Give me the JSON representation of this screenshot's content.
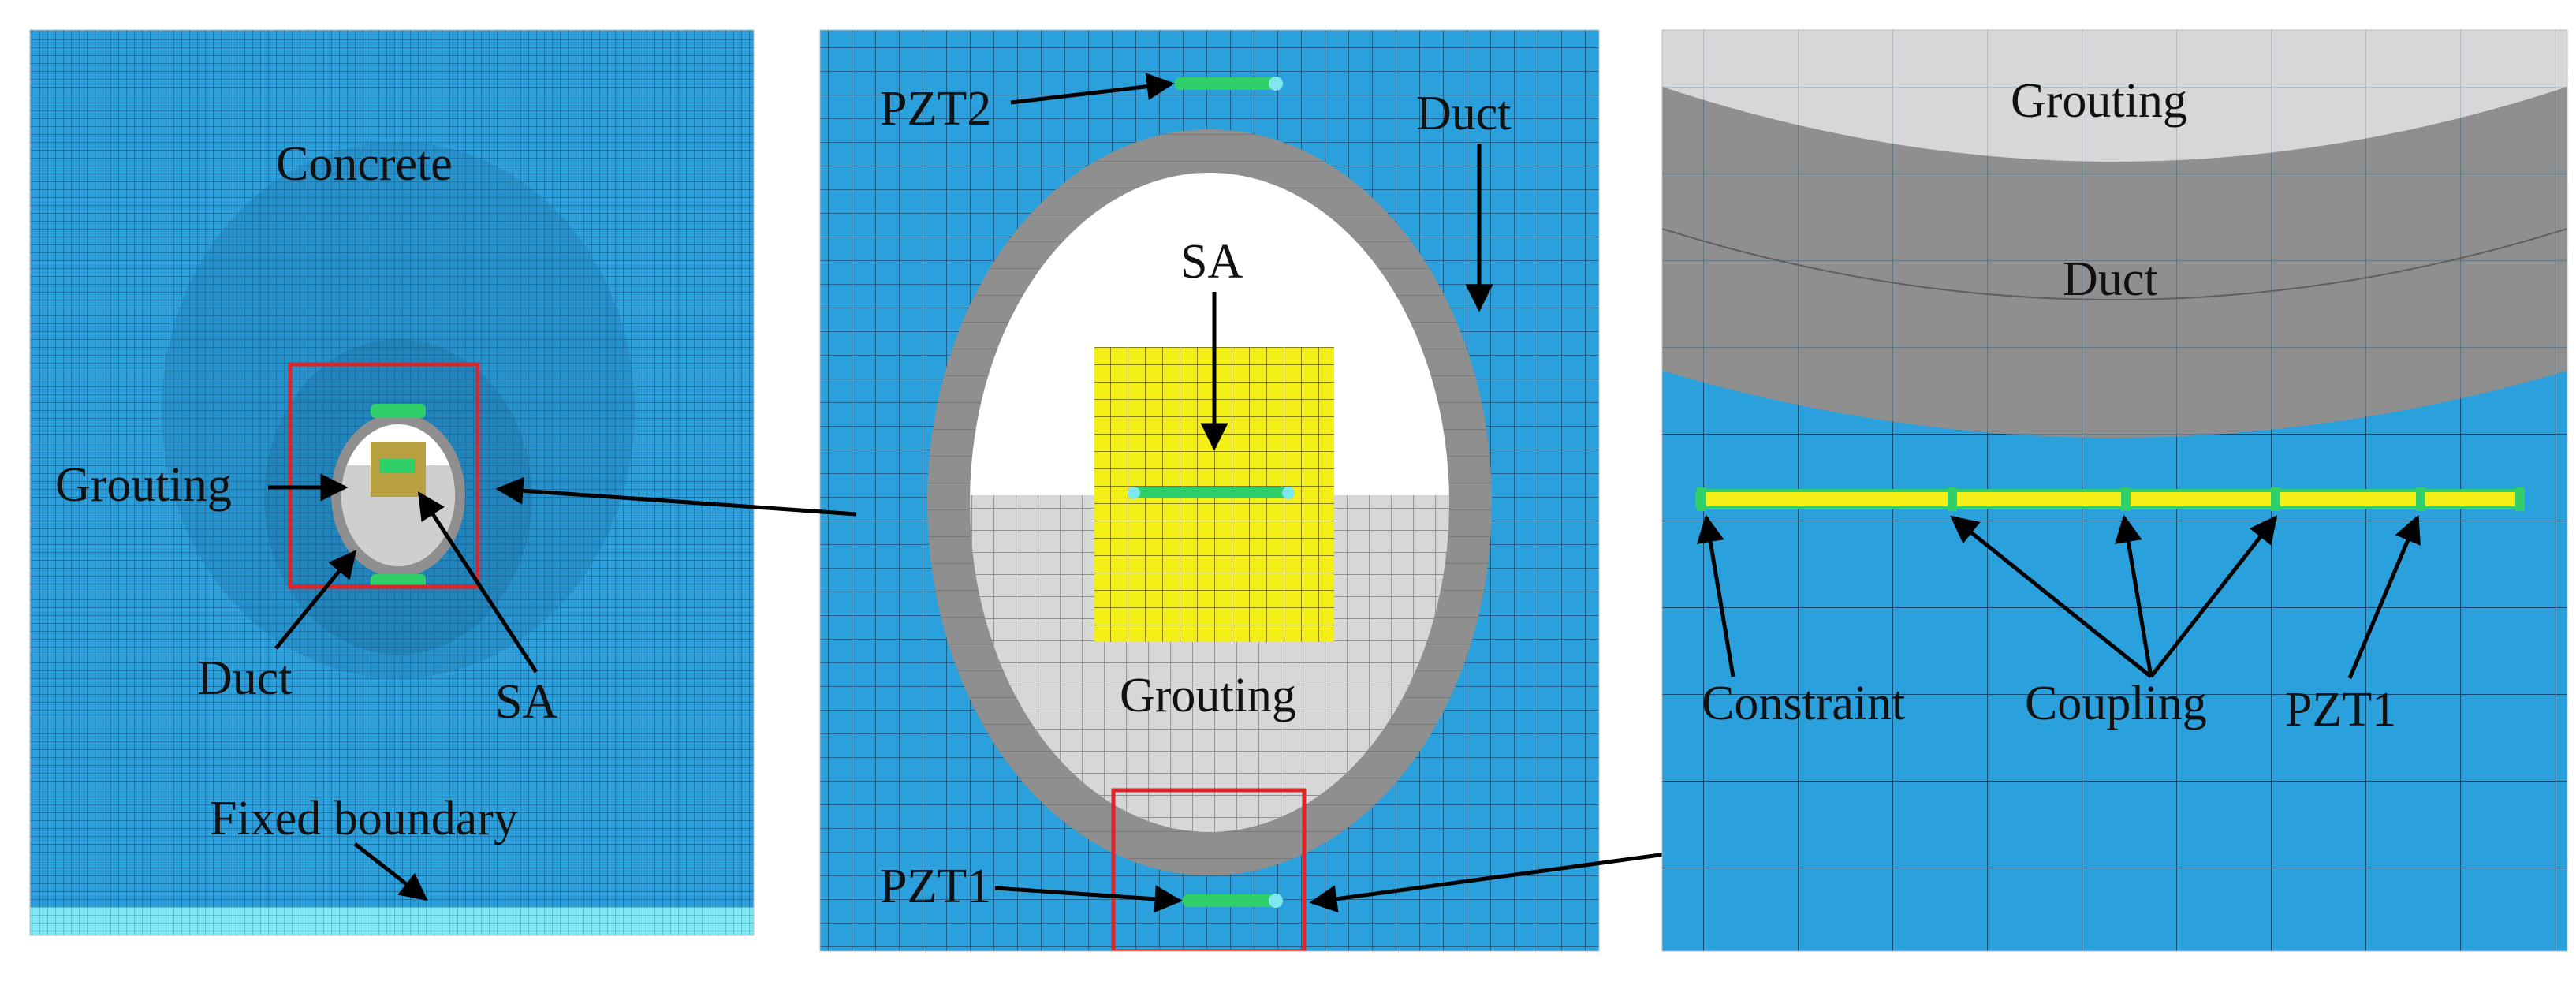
{
  "colors": {
    "concrete": "#2aa0dc",
    "mesh_line": "#0f5f92",
    "duct": "#8f8f8f",
    "grouting": "#d7d7d7",
    "void": "#ffffff",
    "sa_patch": "#f2ee16",
    "pzt_green": "#2fd06a",
    "pzt_cyan": "#7fe8ef",
    "highlight_box": "#d8262a",
    "arrow": "#000000",
    "label": "#111111"
  },
  "panels": {
    "left": {
      "labels": {
        "concrete": "Concrete",
        "grouting": "Grouting",
        "duct": "Duct",
        "sa": "SA",
        "fixed_boundary": "Fixed boundary"
      }
    },
    "middle": {
      "labels": {
        "pzt2": "PZT2",
        "duct": "Duct",
        "sa": "SA",
        "grouting": "Grouting",
        "pzt1": "PZT1"
      }
    },
    "right": {
      "labels": {
        "grouting": "Grouting",
        "duct": "Duct",
        "constraint": "Constraint",
        "coupling": "Coupling",
        "pzt1": "PZT1"
      }
    }
  }
}
